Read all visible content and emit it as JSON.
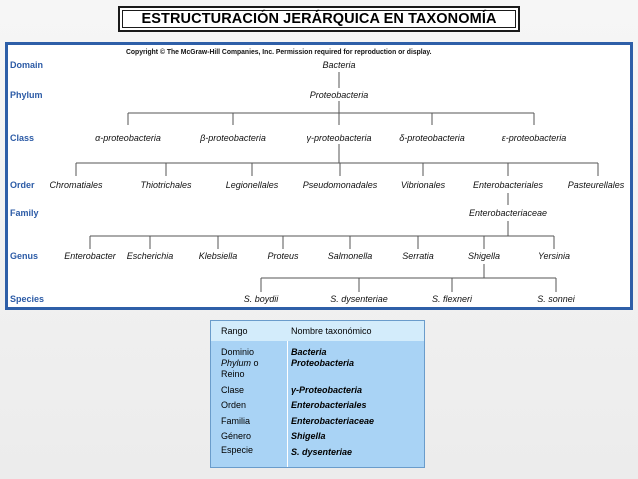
{
  "slide": {
    "title": "ESTRUCTURACIÓN JERÁRQUICA EN TAXONOMÍA"
  },
  "figure": {
    "copyright": "Copyright © The McGraw-Hill Companies, Inc. Permission required for reproduction or display.",
    "ranks": [
      "Domain",
      "Phylum",
      "Class",
      "Order",
      "Family",
      "Genus",
      "Species"
    ],
    "domain": "Bacteria",
    "phylum": "Proteobacteria",
    "classes": [
      "α-proteobacteria",
      "β-proteobacteria",
      "γ-proteobacteria",
      "δ-proteobacteria",
      "ε-proteobacteria"
    ],
    "orders": [
      "Chromatiales",
      "Thiotrichales",
      "Legionellales",
      "Pseudomonadales",
      "Vibrionales",
      "Enterobacteriales",
      "Pasteurellales"
    ],
    "family": "Enterobacteriaceae",
    "genera": [
      "Enterobacter",
      "Escherichia",
      "Klebsiella",
      "Proteus",
      "Salmonella",
      "Serratia",
      "Shigella",
      "Yersinia"
    ],
    "species": [
      "S. boydii",
      "S. dysenteriae",
      "S. flexneri",
      "S. sonnei"
    ],
    "colors": {
      "frame": "#2e5fa8",
      "rank_label": "#2c5ba6"
    }
  },
  "table": {
    "headers": {
      "rank": "Rango",
      "name": "Nombre taxonómico"
    },
    "ranks": [
      "Dominio",
      "Phylum",
      "o",
      "Reino",
      "Clase",
      "Orden",
      "Familia",
      "Género",
      "Especie"
    ],
    "names": [
      "Bacteria",
      "Proteobacteria",
      "γ-Proteobacteria",
      "Enterobacteriales",
      "Enterobacteriaceae",
      "Shigella",
      "S. dysenteriae"
    ],
    "colors": {
      "header": "#d3ecfb",
      "body": "#a9d3f5"
    }
  }
}
